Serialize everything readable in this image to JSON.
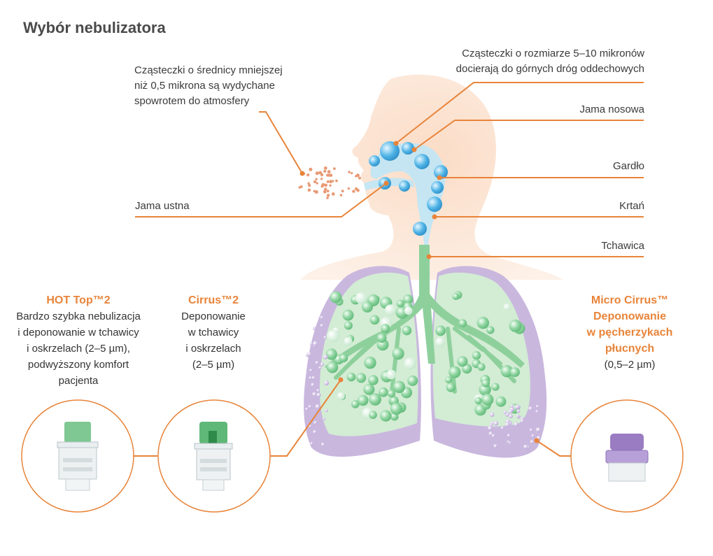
{
  "title": "Wybór nebulizatora",
  "labels": {
    "exhaled": [
      "Cząsteczki o średnicy mniejszej",
      "niż 0,5 mikrona są wydychane",
      "spowrotem do atmosfery"
    ],
    "upper": [
      "Cząsteczki o rozmiarze 5–10 mikronów",
      "docierają do górnych dróg oddechowych"
    ],
    "nasal": "Jama nosowa",
    "throat": "Gardło",
    "larynx": "Krtań",
    "trachea": "Tchawica",
    "mouth": "Jama ustna"
  },
  "nebulizers": [
    {
      "name": "HOT Top™2",
      "desc": [
        "Bardzo szybka nebulizacja",
        "i deponowanie w tchawicy",
        "i oskrzelach  (2–5 µm),",
        "podwyższony komfort",
        "pacjenta"
      ],
      "cap_color": "#7fc893"
    },
    {
      "name": "Cirrus™2",
      "desc": [
        "Deponowanie",
        "w tchawicy",
        "i oskrzelach",
        "(2–5 µm)"
      ],
      "cap_color": "#5fb878"
    },
    {
      "name": "Micro Cirrus™",
      "name_extra": [
        "Deponowanie",
        "w pęcherzykach",
        "płucnych"
      ],
      "desc": [
        "(0,5–2 µm)"
      ],
      "cap_color": "#9a7cc2"
    }
  ],
  "colors": {
    "accent": "#e8843a",
    "head": "#fbe3d3",
    "lung_green": "#cde8cf",
    "lung_purple": "#c8b6dc",
    "airway_blue": "#4fb3e6"
  }
}
